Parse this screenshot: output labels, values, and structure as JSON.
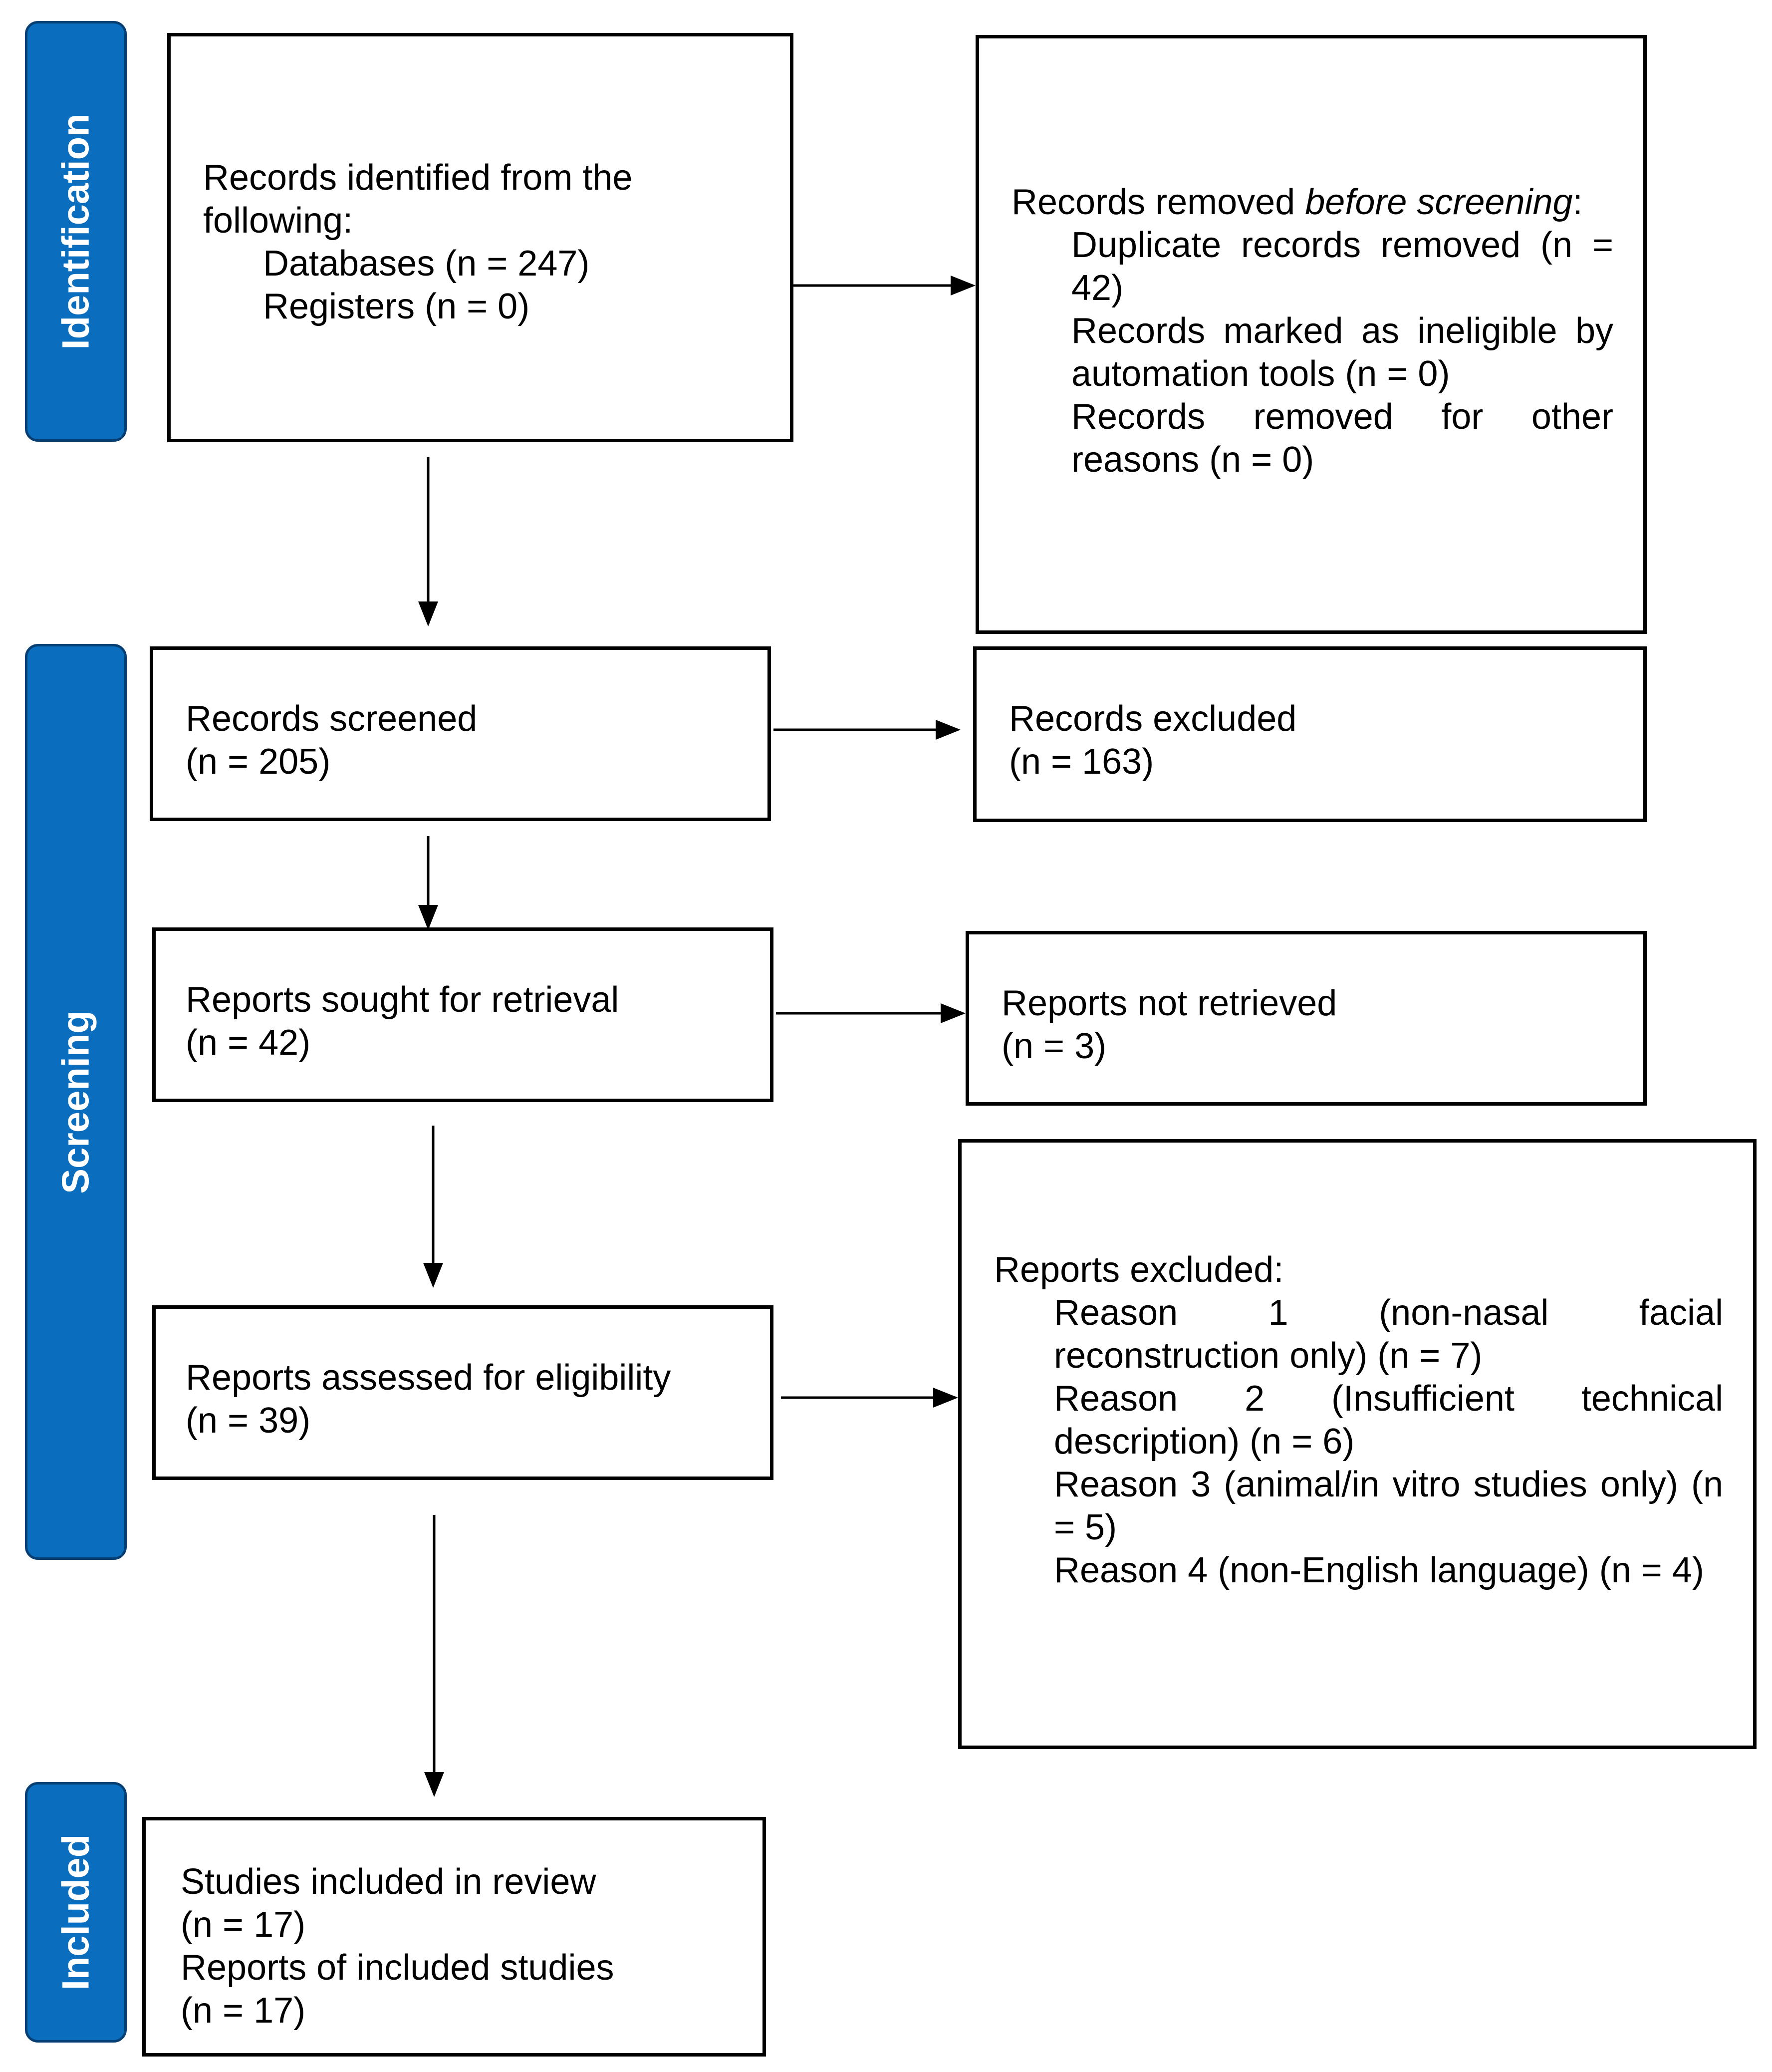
{
  "phases": {
    "identification": "Identification",
    "screening": "Screening",
    "included": "Included"
  },
  "identified": {
    "heading": "Records identified from the",
    "heading2": "following:",
    "databases": "Databases (n = 247)",
    "registers": "Registers (n = 0)"
  },
  "removed": {
    "heading_prefix": "Records removed ",
    "heading_em": "before screening",
    "heading_suffix": ":",
    "dup_a": "Duplicate records removed (n =",
    "dup_b": "42)",
    "inel_a": "Records marked as ineligible by",
    "inel_b": "automation tools (n = 0)",
    "other_a": "Records removed for other",
    "other_b": "reasons (n = 0)"
  },
  "screened": {
    "label": "Records screened",
    "count": "(n = 205)"
  },
  "excluded_records": {
    "label": "Records excluded",
    "count": "(n = 163)"
  },
  "sought": {
    "label": "Reports sought for retrieval",
    "count": "(n = 42)"
  },
  "not_retrieved": {
    "label": "Reports not retrieved",
    "count": "(n = 3)"
  },
  "assessed": {
    "label": "Reports assessed for eligibility",
    "count": "(n = 39)"
  },
  "reports_excluded": {
    "heading": "Reports excluded:",
    "r1_a": "Reason 1 (non-nasal facial",
    "r1_b": "reconstruction only) (n = 7)",
    "r2_a": "Reason 2 (Insufficient technical",
    "r2_b": "description) (n = 6)",
    "r3_a": "Reason 3 (animal/in vitro studies only) (n",
    "r3_b": "= 5)",
    "r4": "Reason 4 (non-English language) (n = 4)"
  },
  "included_box": {
    "studies": "Studies included in review",
    "studies_count": "(n = 17)",
    "reports": "Reports of included studies",
    "reports_count": "(n = 17)"
  }
}
